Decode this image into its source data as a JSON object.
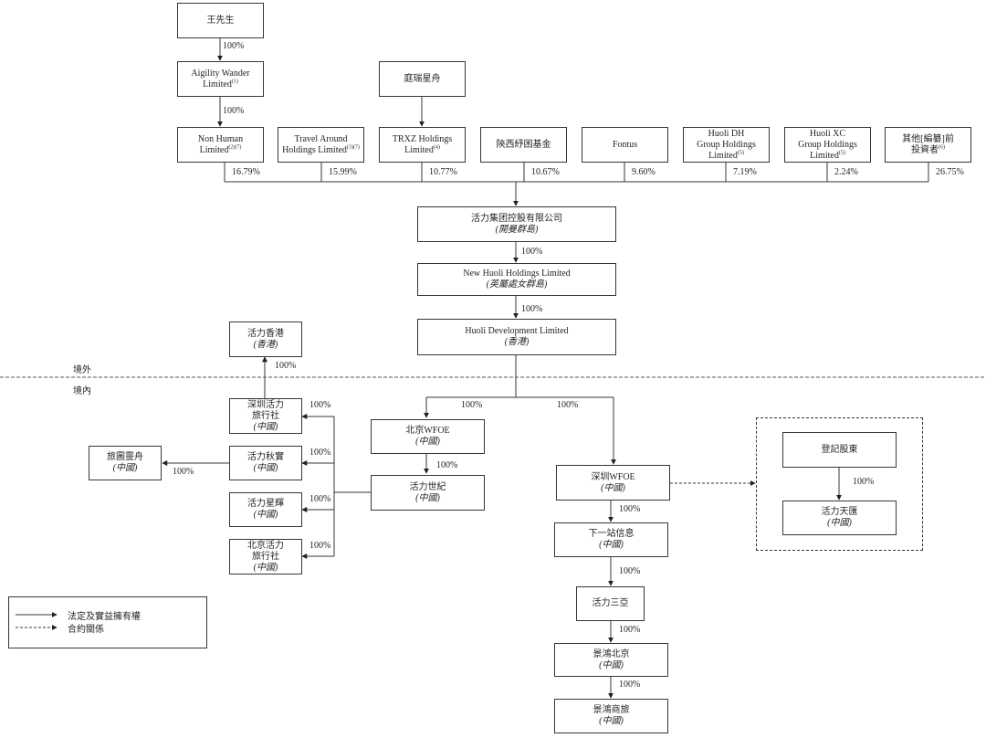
{
  "entities": {
    "mr_wang": {
      "name": "王先生"
    },
    "aigility": {
      "name": "Aigility Wander",
      "name2": "Limited",
      "note": "(1)"
    },
    "tingrui": {
      "name": "庭瑞星舟"
    },
    "non_human": {
      "name": "Non Human",
      "name2": "Limited",
      "note": "(2)(7)"
    },
    "travel_around": {
      "name": "Travel Around",
      "name2": "Holdings Limited",
      "note": "(3)(7)"
    },
    "trxz": {
      "name": "TRXZ Holdings",
      "name2": "Limited",
      "note": "(4)"
    },
    "shaanxi_fund": {
      "name": "陝西紓困基金"
    },
    "fontus": {
      "name": "Fontus"
    },
    "huoli_dh": {
      "name": "Huoli DH",
      "name2": "Group Holdings",
      "name3": "Limited",
      "note": "(5)"
    },
    "huoli_xc": {
      "name": "Huoli XC",
      "name2": "Group Holdings",
      "name3": "Limited",
      "note": "(5)"
    },
    "other_investors": {
      "name": "其他[編纂]前",
      "name2": "投資者",
      "note": "(6)"
    },
    "huoli_group": {
      "name": "活力集团控股有限公司",
      "jurisdiction": "(開曼群島)"
    },
    "new_huoli": {
      "name": "New Huoli Holdings Limited",
      "jurisdiction": "(英屬處女群島)"
    },
    "huoli_dev": {
      "name": "Huoli Development Limited",
      "jurisdiction": "(香港)"
    },
    "huoli_hk": {
      "name": "活力香港",
      "jurisdiction": "(香港)"
    },
    "sz_travel": {
      "name": "深圳活力",
      "name2": "旅行社",
      "jurisdiction": "(中國)"
    },
    "huoli_qiushi": {
      "name": "活力秋實",
      "jurisdiction": "(中國)"
    },
    "lvtu": {
      "name": "旅圖靈舟",
      "jurisdiction": "(中國)"
    },
    "huoli_xinghui": {
      "name": "活力星輝",
      "jurisdiction": "(中國)"
    },
    "bj_travel": {
      "name": "北京活力",
      "name2": "旅行社",
      "jurisdiction": "(中國)"
    },
    "bj_wfoe": {
      "name": "北京WFOE",
      "jurisdiction": "(中國)"
    },
    "huoli_shiji": {
      "name": "活力世紀",
      "jurisdiction": "(中國)"
    },
    "sz_wfoe": {
      "name": "深圳WFOE",
      "jurisdiction": "(中國)"
    },
    "next_station": {
      "name": "下一站信息",
      "jurisdiction": "(中國)"
    },
    "huoli_sanya": {
      "name": "活力三亞"
    },
    "jinghong_bj": {
      "name": "景鴻北京",
      "jurisdiction": "(中國)"
    },
    "jinghong_travel": {
      "name": "景鴻商旅",
      "jurisdiction": "(中國)"
    },
    "registered_shareholders": {
      "name": "登記股東"
    },
    "huoli_tianhui": {
      "name": "活力天匯",
      "jurisdiction": "(中國)"
    }
  },
  "percentages": {
    "wang_aigility": "100%",
    "aigility_nonhuman": "100%",
    "non_human": "16.79%",
    "travel_around": "15.99%",
    "trxz": "10.77%",
    "shaanxi_fund": "10.67%",
    "fontus": "9.60%",
    "huoli_dh": "7.19%",
    "huoli_xc": "2.24%",
    "other_investors": "26.75%",
    "group_newhuoli": "100%",
    "newhuoli_dev": "100%",
    "hk": "100%",
    "dev_bjwfoe": "100%",
    "dev_szwfoe": "100%",
    "bjwfoe_shiji": "100%",
    "sz_travel": "100%",
    "qiushi": "100%",
    "lvtu": "100%",
    "xinghui": "100%",
    "bj_travel": "100%",
    "szwfoe_next": "100%",
    "next_sanya": "100%",
    "sanya_jhbj": "100%",
    "jhbj_jhtravel": "100%",
    "reg_tianhui": "100%"
  },
  "zones": {
    "offshore": "境外",
    "onshore": "境內"
  },
  "legend": {
    "solid": "法定及實益擁有權",
    "dashed": "合約關係"
  }
}
